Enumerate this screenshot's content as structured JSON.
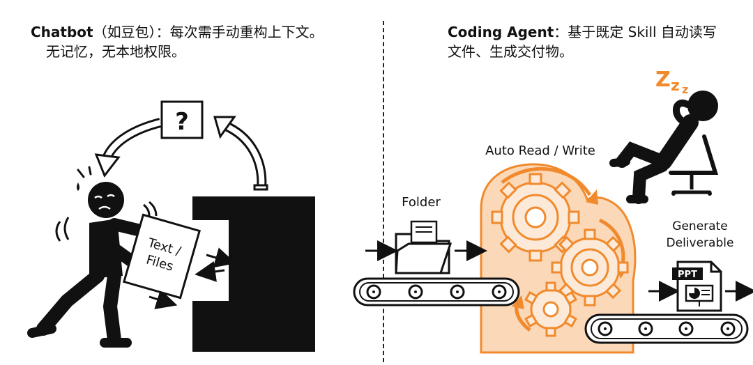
{
  "left_panel": {
    "heading_bold": "Chatbot",
    "heading_rest": "（如豆包）：每次需手动重构上下文。",
    "subline": "无记忆，无本地权限。",
    "question_mark": "?",
    "paper_line1": "Text /",
    "paper_line2": "Files"
  },
  "right_panel": {
    "heading_bold": "Coding Agent",
    "heading_rest": "：基于既定 Skill 自动读写",
    "subline": "文件、生成交付物。",
    "auto_label": "Auto Read / Write",
    "folder_label": "Folder",
    "generate_line1": "Generate",
    "generate_line2": "Deliverable",
    "ppt_badge": "PPT",
    "sleep_z1": "Z",
    "sleep_z2": "z",
    "sleep_z3": "z"
  },
  "colors": {
    "ink": "#111111",
    "orange": "#f08a2c",
    "orange_fill": "#fbd8b8",
    "orange_light": "#fde9d7"
  }
}
